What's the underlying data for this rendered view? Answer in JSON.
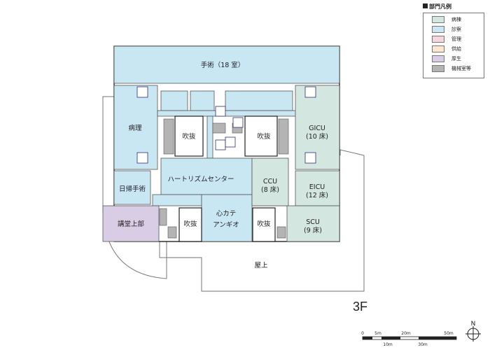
{
  "legend": {
    "title": "部門凡例",
    "items": [
      {
        "label": "病棟",
        "color": "#d3e6e0"
      },
      {
        "label": "診察",
        "color": "#c9e6f3"
      },
      {
        "label": "管理",
        "color": "#f5d7dd"
      },
      {
        "label": "供給",
        "color": "#fbe6cf"
      },
      {
        "label": "厚生",
        "color": "#d8cde5"
      },
      {
        "label": "機械室等",
        "color": "#b4b4b4"
      }
    ]
  },
  "rooms": {
    "surgery": "手術（18 室）",
    "ward": "病理",
    "void1": "吹抜",
    "void2": "吹抜",
    "void3": "吹抜",
    "void4": "吹抜",
    "gicu_line1": "GICU",
    "gicu_line2": "(10 床)",
    "heart": "ハートリズムセンター",
    "day_surgery": "日帰手術",
    "ccu_line1": "CCU",
    "ccu_line2": "(8 床)",
    "eicu_line1": "EICU",
    "eicu_line2": "(12 床)",
    "lecture": "講堂上部",
    "angio_line1": "心カテ",
    "angio_line2": "アンギオ",
    "scu_line1": "SCU",
    "scu_line2": "(9 床)",
    "roof": "屋上"
  },
  "floor": "3F",
  "compass": "N",
  "scale": {
    "top_ticks": [
      "0",
      "5m",
      "20m",
      "50m"
    ],
    "bottom_ticks": [
      "10m",
      "30m"
    ]
  }
}
